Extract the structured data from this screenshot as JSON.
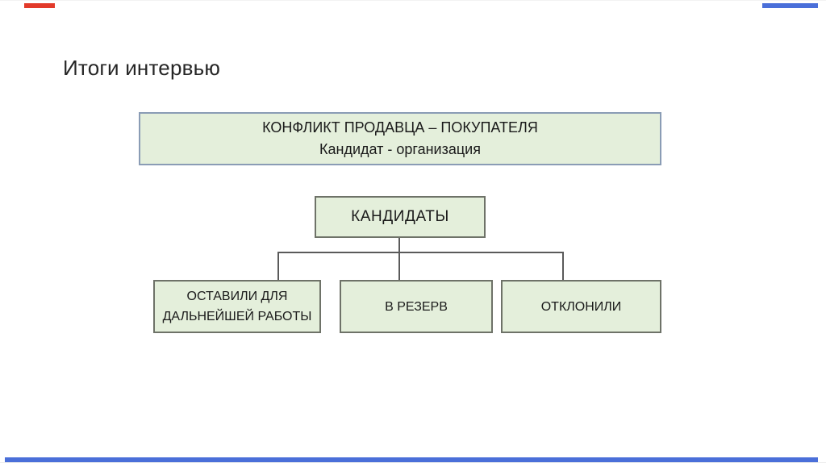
{
  "slide": {
    "title": "Итоги интервью"
  },
  "viewer": {
    "top_left_bar_color": "#e23a2a",
    "top_right_bar_color": "#4a6fd9",
    "progress_bar_color": "#4a6fd9"
  },
  "diagram": {
    "box_fill_color": "#e4efdb",
    "top_box_border_color": "#8a9cb5",
    "node_border_color": "#6e7268",
    "connector_color": "#5a5a5a",
    "conflict": {
      "line1": "КОНФЛИКТ ПРОДАВЦА – ПОКУПАТЕЛЯ",
      "line2": "Кандидат - организация"
    },
    "root": {
      "label": "КАНДИДАТЫ"
    },
    "leaves": [
      {
        "line1": "ОСТАВИЛИ ДЛЯ",
        "line2": "ДАЛЬНЕЙШЕЙ РАБОТЫ"
      },
      {
        "line1": "В РЕЗЕРВ"
      },
      {
        "line1": "ОТКЛОНИЛИ"
      }
    ]
  }
}
